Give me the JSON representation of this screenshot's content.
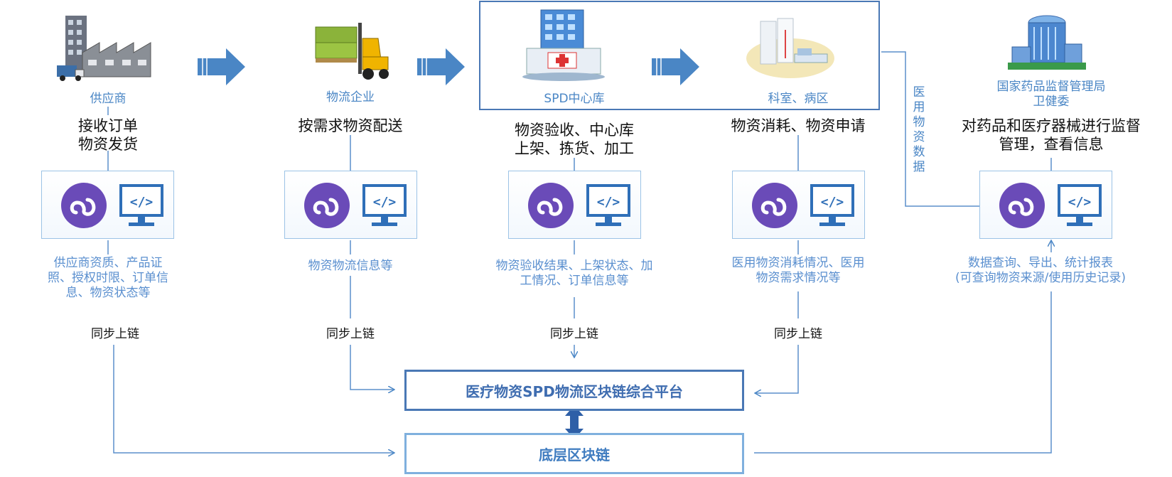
{
  "nodes": [
    {
      "id": "supplier",
      "name": "供应商",
      "action": [
        "接收订单",
        "物资发货"
      ],
      "info": [
        "供应商资质、产品证",
        "照、授权时限、订单信",
        "息、物资状态等"
      ],
      "sync": "同步上链"
    },
    {
      "id": "logistics",
      "name": "物流企业",
      "action": [
        "按需求物资配送"
      ],
      "info": [
        "物资物流信息等"
      ],
      "sync": "同步上链"
    },
    {
      "id": "spd",
      "name": "SPD中心库",
      "action": [
        "物资验收、中心库",
        "上架、拣货、加工"
      ],
      "info": [
        "物资验收结果、上架状态、加",
        "工情况、订单信息等"
      ],
      "sync": "同步上链"
    },
    {
      "id": "ward",
      "name": "科室、病区",
      "action": [
        "物资消耗、物资申请"
      ],
      "info": [
        "医用物资消耗情况、医用",
        "物资需求情况等"
      ],
      "sync": "同步上链"
    },
    {
      "id": "regulator",
      "name": [
        "国家药品监督管理局",
        "卫健委"
      ],
      "action": [
        "对药品和医疗器械进行监督",
        "管理，查看信息"
      ],
      "info": [
        "数据查询、导出、统计报表",
        "(可查询物资来源/使用历史记录)"
      ]
    }
  ],
  "side_label": "医用物资数据",
  "platform": "医疗物资SPD物流区块链综合平台",
  "base": "底层区块链",
  "colors": {
    "accent": "#3f6db0",
    "light": "#9cc3e6",
    "arrow": "#4a86c5",
    "miniprogram": "#6a4bb8"
  },
  "icons": [
    "factory-icon",
    "forklift-icon",
    "hospital-icon",
    "ward-icon",
    "government-building-icon",
    "mini-program-icon",
    "code-monitor-icon"
  ]
}
